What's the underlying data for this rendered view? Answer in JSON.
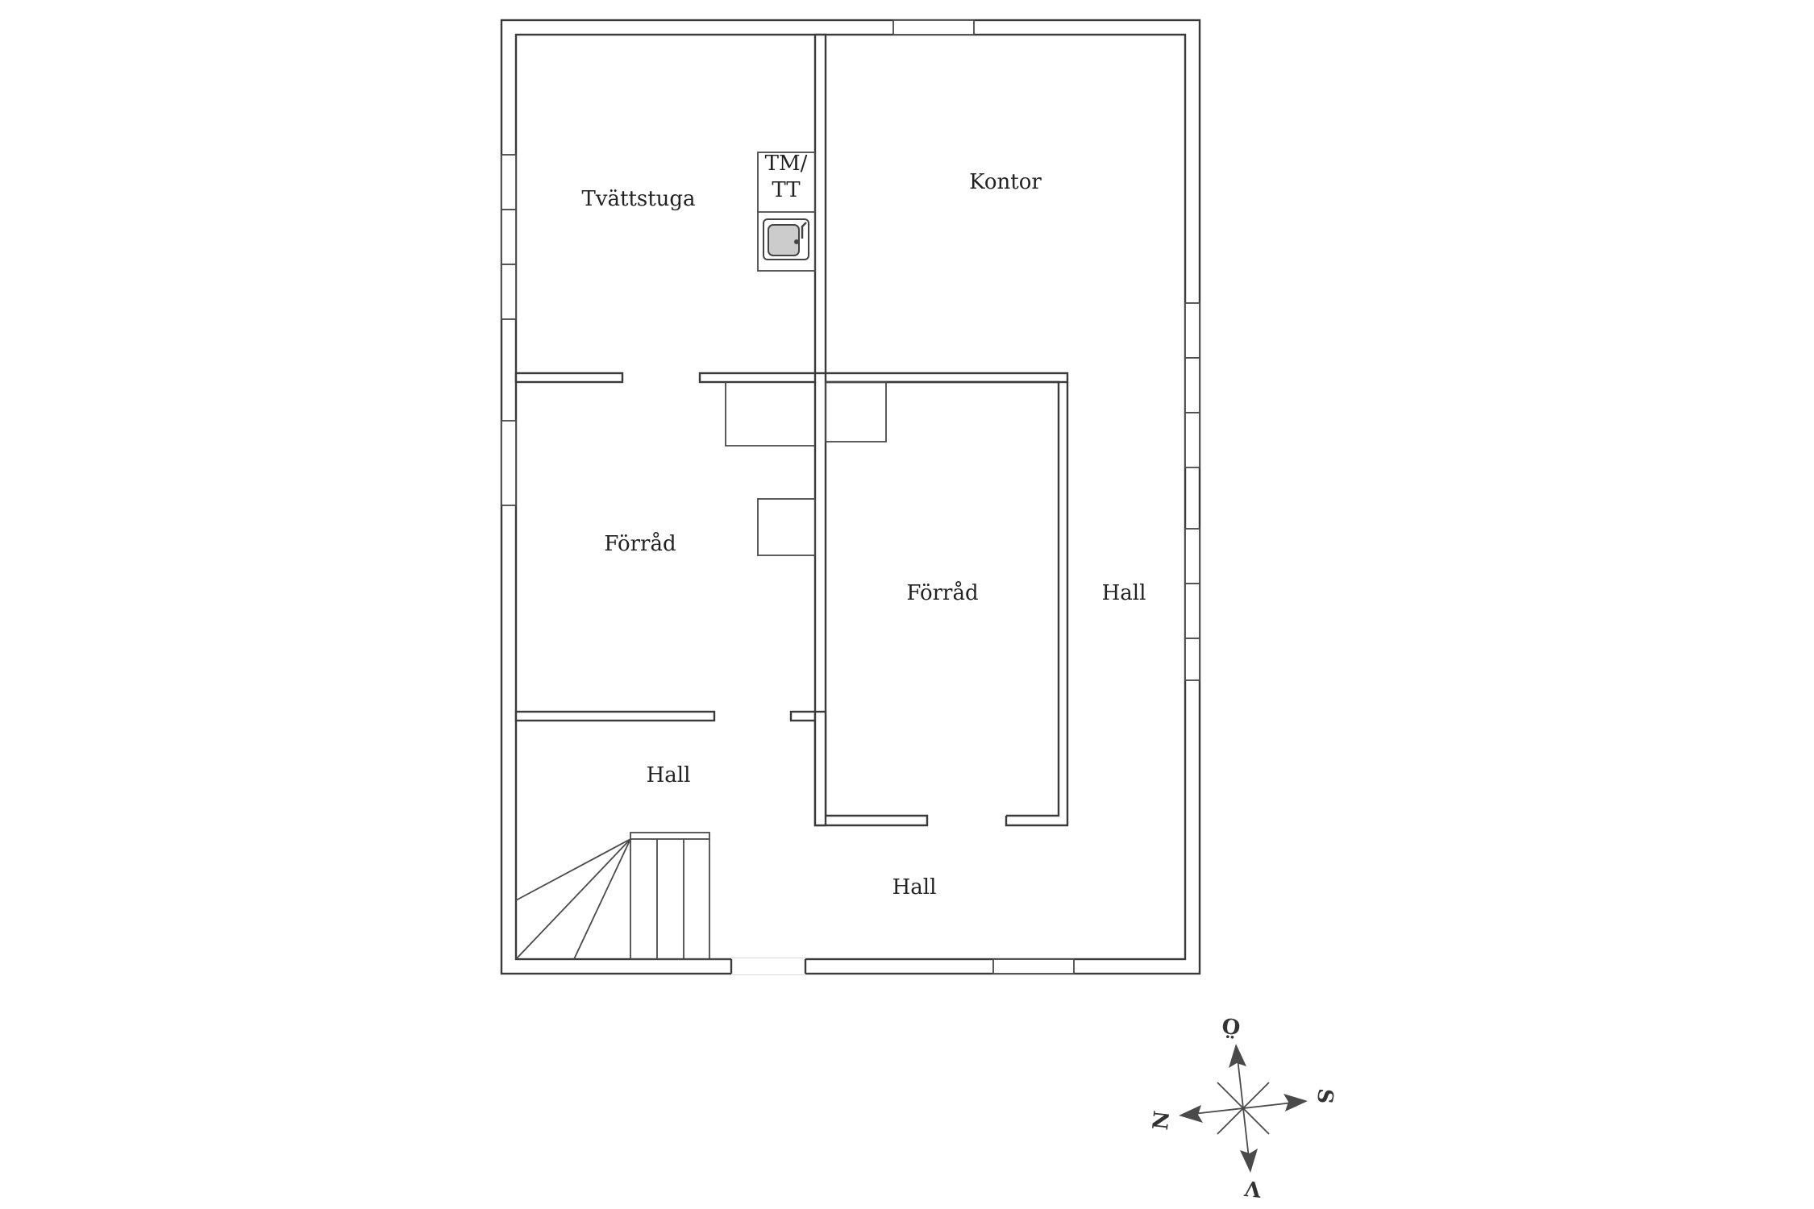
{
  "floorplan": {
    "rooms": {
      "tvattstuga": "Tvättstuga",
      "kontor": "Kontor",
      "tm_tt_line1": "TM/",
      "tm_tt_line2": "TT",
      "forrad_left": "Förråd",
      "forrad_center": "Förråd",
      "hall_right": "Hall",
      "hall_left": "Hall",
      "hall_bottom": "Hall"
    },
    "compass": {
      "north": "N",
      "south": "S",
      "east": "Ö",
      "west": "V"
    }
  },
  "colors": {
    "walls": "#3a3a3a",
    "background": "#ffffff"
  },
  "icons": [
    "sink-icon",
    "compass-rose-icon",
    "staircase-icon"
  ]
}
